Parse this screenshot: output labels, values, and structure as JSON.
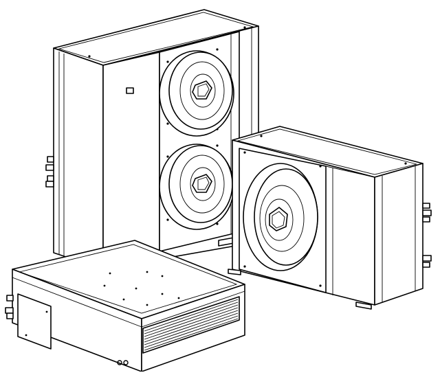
{
  "figure": {
    "subject": "hvac-units-line-drawing",
    "colors": {
      "line": "#000000",
      "background": "#ffffff"
    },
    "units": [
      {
        "name": "large-outdoor-unit",
        "fans": 2
      },
      {
        "name": "small-outdoor-unit",
        "fans": 1
      },
      {
        "name": "ducted-indoor-unit",
        "fans": 0
      }
    ]
  }
}
